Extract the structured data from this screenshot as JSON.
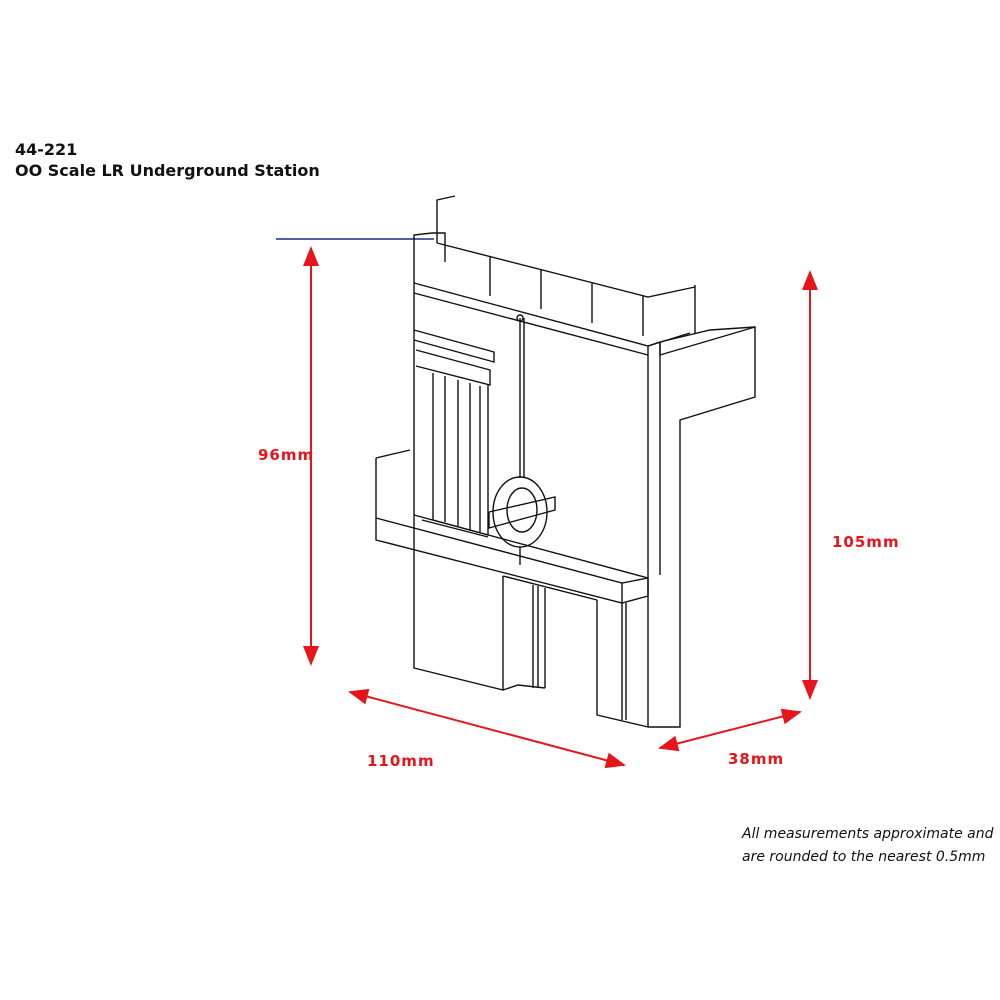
{
  "header": {
    "product_code": "44-221",
    "product_name": "OO Scale LR Underground Station"
  },
  "dimensions": {
    "front_height": "96mm",
    "total_height": "105mm",
    "width": "110mm",
    "depth": "38mm"
  },
  "note": {
    "line1": "All measurements approximate and",
    "line2": "are rounded to the nearest 0.5mm"
  },
  "colors": {
    "dimension": "#e8141b",
    "reference_line": "#1a2a8a",
    "outline": "#111111"
  }
}
